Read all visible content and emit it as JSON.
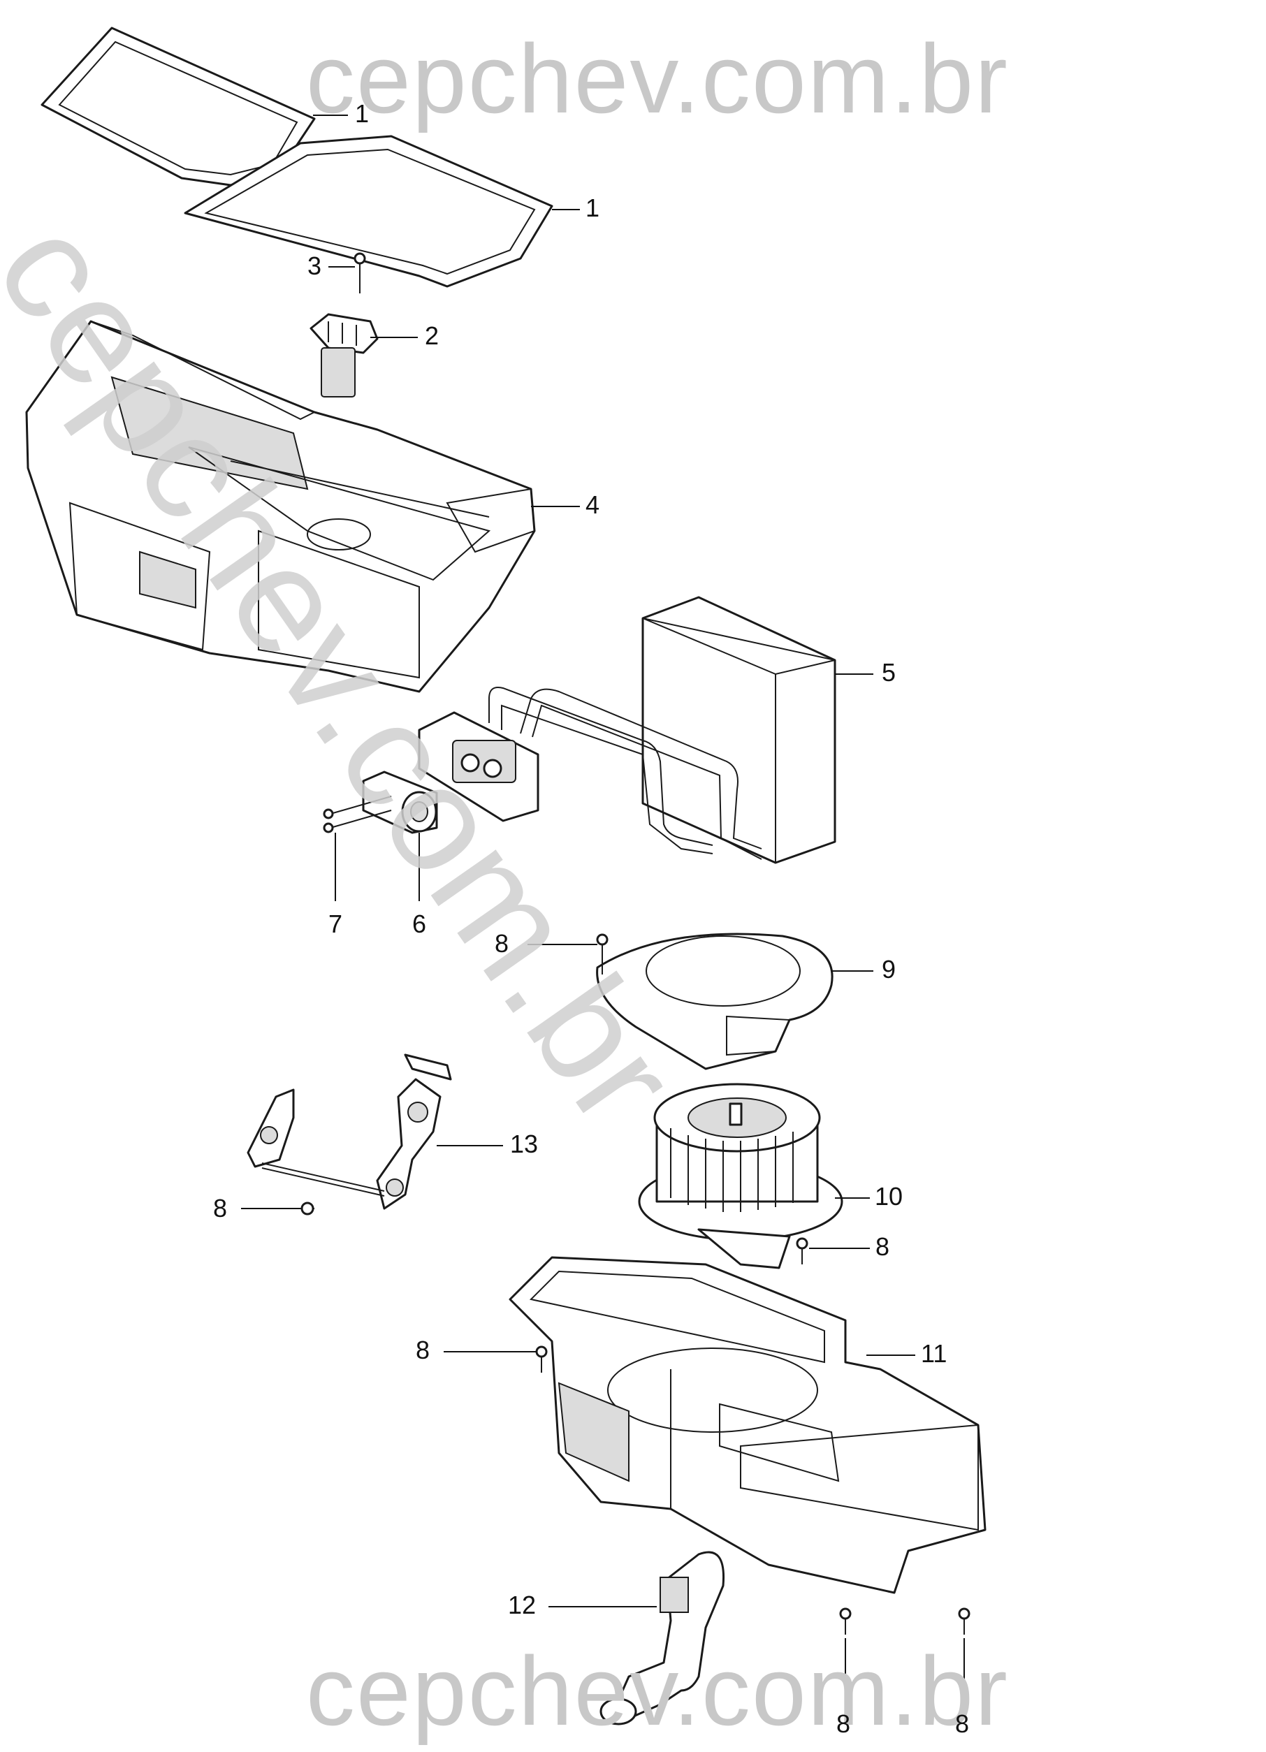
{
  "watermark": {
    "top": "cepchev.com.br",
    "bottom": "cepchev.com.br",
    "diagonal": "cepchev.com.br"
  },
  "callouts": [
    {
      "id": "1a",
      "label": "1"
    },
    {
      "id": "1b",
      "label": "1"
    },
    {
      "id": "3",
      "label": "3"
    },
    {
      "id": "2",
      "label": "2"
    },
    {
      "id": "4",
      "label": "4"
    },
    {
      "id": "5",
      "label": "5"
    },
    {
      "id": "7",
      "label": "7"
    },
    {
      "id": "6",
      "label": "6"
    },
    {
      "id": "8a",
      "label": "8"
    },
    {
      "id": "9",
      "label": "9"
    },
    {
      "id": "13",
      "label": "13"
    },
    {
      "id": "8b",
      "label": "8"
    },
    {
      "id": "10",
      "label": "10"
    },
    {
      "id": "8c",
      "label": "8"
    },
    {
      "id": "8d",
      "label": "8"
    },
    {
      "id": "11",
      "label": "11"
    },
    {
      "id": "12",
      "label": "12"
    },
    {
      "id": "8e",
      "label": "8"
    },
    {
      "id": "8f",
      "label": "8"
    }
  ]
}
